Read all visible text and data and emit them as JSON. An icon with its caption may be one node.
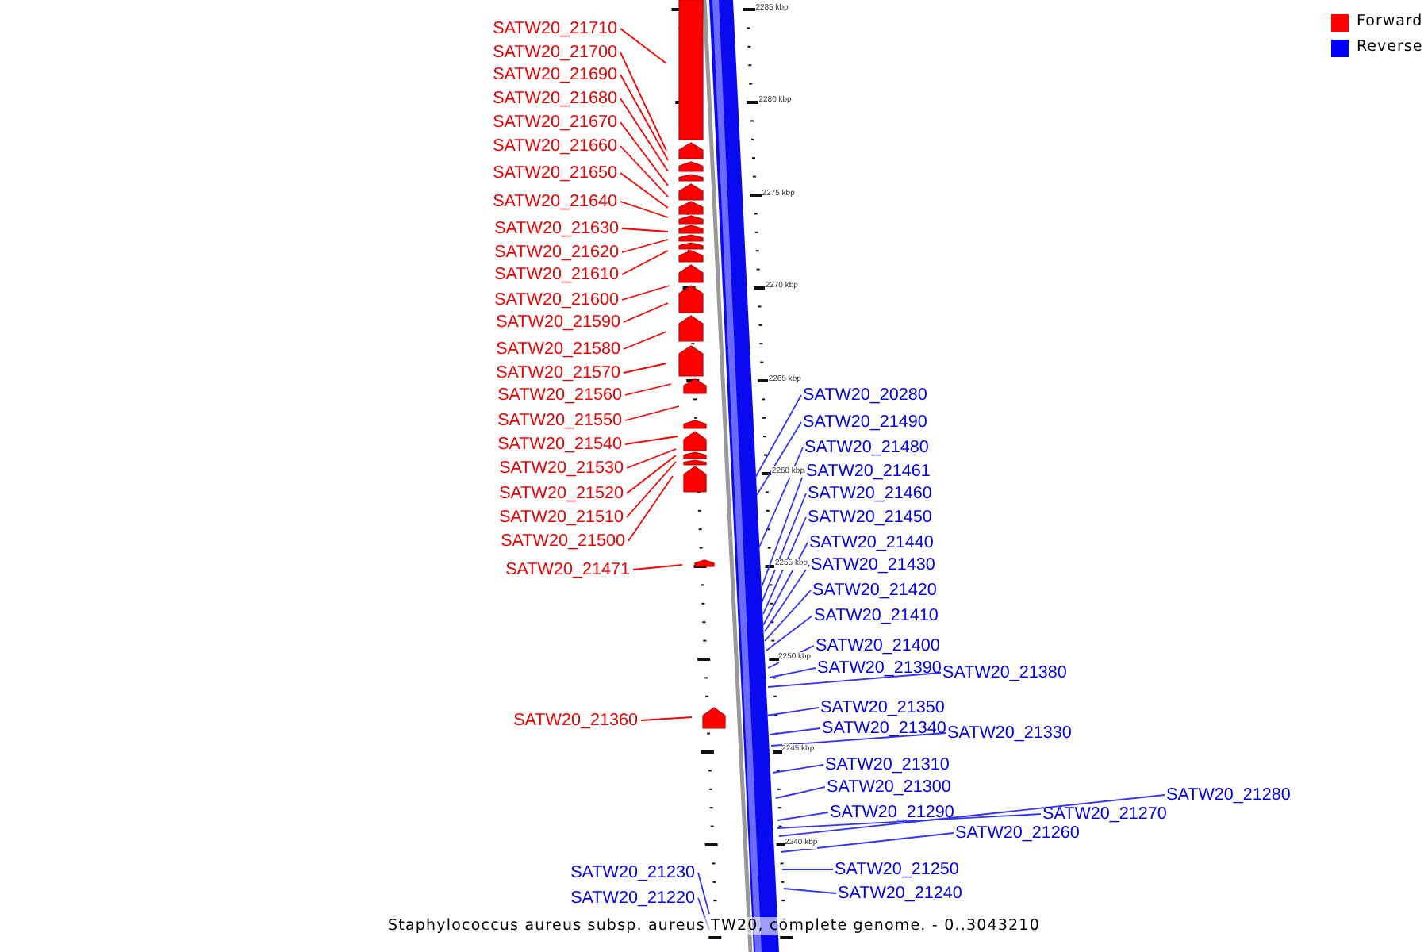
{
  "diagram": {
    "caption": "Staphylococcus aureus subsp. aureus TW20, complete genome. - 0..3043210",
    "nodes": [
      {
        "text": [
          "SATW20_21710"
        ]
      },
      {
        "text": [
          "SATW20_21700"
        ]
      },
      {
        "text": [
          "SATW20_21690"
        ]
      },
      {
        "text": [
          "SATW20_21680"
        ]
      },
      {
        "text": [
          "SATW20_21670"
        ]
      },
      {
        "text": [
          "SATW20_21660"
        ]
      },
      {
        "text": [
          "SATW20_21650"
        ]
      },
      {
        "text": [
          "SATW20_21640"
        ]
      },
      {
        "text": [
          "SATW20_21630"
        ]
      },
      {
        "text": [
          "SATW20_21620"
        ]
      },
      {
        "text": [
          "SATW20_21610"
        ]
      },
      {
        "text": [
          "SATW20_21600"
        ]
      },
      {
        "text": [
          "SATW20_21590"
        ]
      },
      {
        "text": [
          "SATW20_21580"
        ]
      },
      {
        "text": [
          "SATW20_21570"
        ]
      },
      {
        "text": [
          "SATW20_21560"
        ]
      },
      {
        "text": [
          "SATW20_21550"
        ]
      },
      {
        "text": [
          "SATW20_21540"
        ]
      },
      {
        "text": [
          "SATW20_21530"
        ]
      },
      {
        "text": [
          "SATW20_21520"
        ]
      },
      {
        "text": [
          "SATW20_21510"
        ]
      },
      {
        "text": [
          "SATW20_21500"
        ]
      },
      {
        "text": [
          "SATW20_21471"
        ]
      },
      {
        "text": [
          "SATW20_21360"
        ]
      },
      {
        "text": [
          "SATW20_20280"
        ]
      },
      {
        "text": [
          "SATW20_21490"
        ]
      },
      {
        "text": [
          "SATW20_21480"
        ]
      },
      {
        "text": [
          "SATW20_21461"
        ]
      },
      {
        "text": [
          "SATW20_21460"
        ]
      },
      {
        "text": [
          "SATW20_21450"
        ]
      },
      {
        "text": [
          "SATW20_21440"
        ]
      },
      {
        "text": [
          "SATW20_21430"
        ]
      },
      {
        "text": [
          "SATW20_21420"
        ]
      },
      {
        "text": [
          "SATW20_21410"
        ]
      },
      {
        "text": [
          "SATW20_21400"
        ]
      },
      {
        "text": [
          "SATW20_21390"
        ]
      },
      {
        "text": [
          "SATW20_21380"
        ]
      },
      {
        "text": [
          "SATW20_21350"
        ]
      },
      {
        "text": [
          "SATW20_21340"
        ]
      },
      {
        "text": [
          "SATW20_21330"
        ]
      },
      {
        "text": [
          "SATW20_21310"
        ]
      },
      {
        "text": [
          "SATW20_21300"
        ]
      },
      {
        "text": [
          "SATW20_21290"
        ]
      },
      {
        "text": [
          "SATW20_21280"
        ]
      },
      {
        "text": [
          "SATW20_21270"
        ]
      },
      {
        "text": [
          "SATW20_21260"
        ]
      },
      {
        "text": [
          "SATW20_21250"
        ]
      },
      {
        "text": [
          "SATW20_21240"
        ]
      },
      {
        "text": [
          "SATW20_21230"
        ]
      },
      {
        "text": [
          "SATW20_21220"
        ]
      },
      {
        "text": [],
        "shape": "bar"
      },
      {
        "text": [],
        "shape": "bar"
      }
    ],
    "edges": [
      {
        "from": 0,
        "to": 50,
        "arrow": "none",
        "color": "#ff0000"
      },
      {
        "from": 1,
        "to": 50,
        "arrow": "none",
        "color": "#ff0000"
      },
      {
        "from": 2,
        "to": 50,
        "arrow": "none",
        "color": "#ff0000"
      },
      {
        "from": 3,
        "to": 50,
        "arrow": "none",
        "color": "#ff0000"
      },
      {
        "from": 4,
        "to": 50,
        "arrow": "none",
        "color": "#ff0000"
      },
      {
        "from": 5,
        "to": 50,
        "arrow": "none",
        "color": "#ff0000"
      },
      {
        "from": 6,
        "to": 50,
        "arrow": "none",
        "color": "#ff0000"
      },
      {
        "from": 7,
        "to": 50,
        "arrow": "none",
        "color": "#ff0000"
      },
      {
        "from": 8,
        "to": 50,
        "arrow": "none",
        "color": "#ff0000"
      },
      {
        "from": 9,
        "to": 50,
        "arrow": "none",
        "color": "#ff0000"
      },
      {
        "from": 10,
        "to": 50,
        "arrow": "none",
        "color": "#ff0000"
      },
      {
        "from": 11,
        "to": 50,
        "arrow": "none",
        "color": "#ff0000"
      },
      {
        "from": 12,
        "to": 50,
        "arrow": "none",
        "color": "#ff0000"
      },
      {
        "from": 13,
        "to": 50,
        "arrow": "none",
        "color": "#ff0000"
      },
      {
        "from": 14,
        "to": 50,
        "arrow": "none",
        "color": "#ff0000"
      },
      {
        "from": 15,
        "to": 50,
        "arrow": "none",
        "color": "#ff0000"
      },
      {
        "from": 16,
        "to": 50,
        "arrow": "none",
        "color": "#ff0000"
      },
      {
        "from": 17,
        "to": 50,
        "arrow": "none",
        "color": "#ff0000"
      },
      {
        "from": 18,
        "to": 50,
        "arrow": "none",
        "color": "#ff0000"
      },
      {
        "from": 19,
        "to": 50,
        "arrow": "none",
        "color": "#ff0000"
      },
      {
        "from": 20,
        "to": 50,
        "arrow": "none",
        "color": "#ff0000"
      },
      {
        "from": 21,
        "to": 50,
        "arrow": "none",
        "color": "#ff0000"
      },
      {
        "from": 22,
        "to": 50,
        "arrow": "none",
        "color": "#ff0000"
      },
      {
        "from": 23,
        "to": 50,
        "arrow": "none",
        "color": "#ff0000"
      },
      {
        "from": 24,
        "to": 51,
        "arrow": "none"
      },
      {
        "from": 25,
        "to": 51,
        "arrow": "none"
      },
      {
        "from": 26,
        "to": 51,
        "arrow": "none"
      },
      {
        "from": 27,
        "to": 51,
        "arrow": "none"
      },
      {
        "from": 28,
        "to": 51,
        "arrow": "none"
      },
      {
        "from": 29,
        "to": 51,
        "arrow": "none"
      },
      {
        "from": 30,
        "to": 51,
        "arrow": "none"
      },
      {
        "from": 31,
        "to": 51,
        "arrow": "none"
      },
      {
        "from": 32,
        "to": 51,
        "arrow": "none"
      },
      {
        "from": 33,
        "to": 51,
        "arrow": "none"
      },
      {
        "from": 34,
        "to": 51,
        "arrow": "none"
      },
      {
        "from": 35,
        "to": 51,
        "arrow": "none"
      },
      {
        "from": 36,
        "to": 51,
        "arrow": "none"
      },
      {
        "from": 37,
        "to": 51,
        "arrow": "none"
      },
      {
        "from": 38,
        "to": 51,
        "arrow": "none"
      },
      {
        "from": 39,
        "to": 51,
        "arrow": "none"
      },
      {
        "from": 40,
        "to": 51,
        "arrow": "none"
      },
      {
        "from": 41,
        "to": 51,
        "arrow": "none"
      },
      {
        "from": 42,
        "to": 51,
        "arrow": "none"
      },
      {
        "from": 43,
        "to": 51,
        "arrow": "none"
      },
      {
        "from": 44,
        "to": 51,
        "arrow": "none"
      },
      {
        "from": 45,
        "to": 51,
        "arrow": "none"
      },
      {
        "from": 46,
        "to": 51,
        "arrow": "none"
      },
      {
        "from": 47,
        "to": 51,
        "arrow": "none"
      },
      {
        "from": 48,
        "to": 51,
        "arrow": "none"
      },
      {
        "from": 49,
        "to": 51,
        "arrow": "none"
      }
    ],
    "labels": [
      "2285 kbp",
      "2280 kbp",
      "2275 kbp",
      "2270 kbp",
      "2265 kbp",
      "2260 kbp",
      "2255 kbp",
      "2250 kbp",
      "2245 kbp",
      "2240 kbp"
    ],
    "legend": [
      {
        "text": "Forward",
        "color": "#ff0000"
      },
      {
        "text": "Reverse",
        "color": "#0000ff"
      }
    ]
  }
}
